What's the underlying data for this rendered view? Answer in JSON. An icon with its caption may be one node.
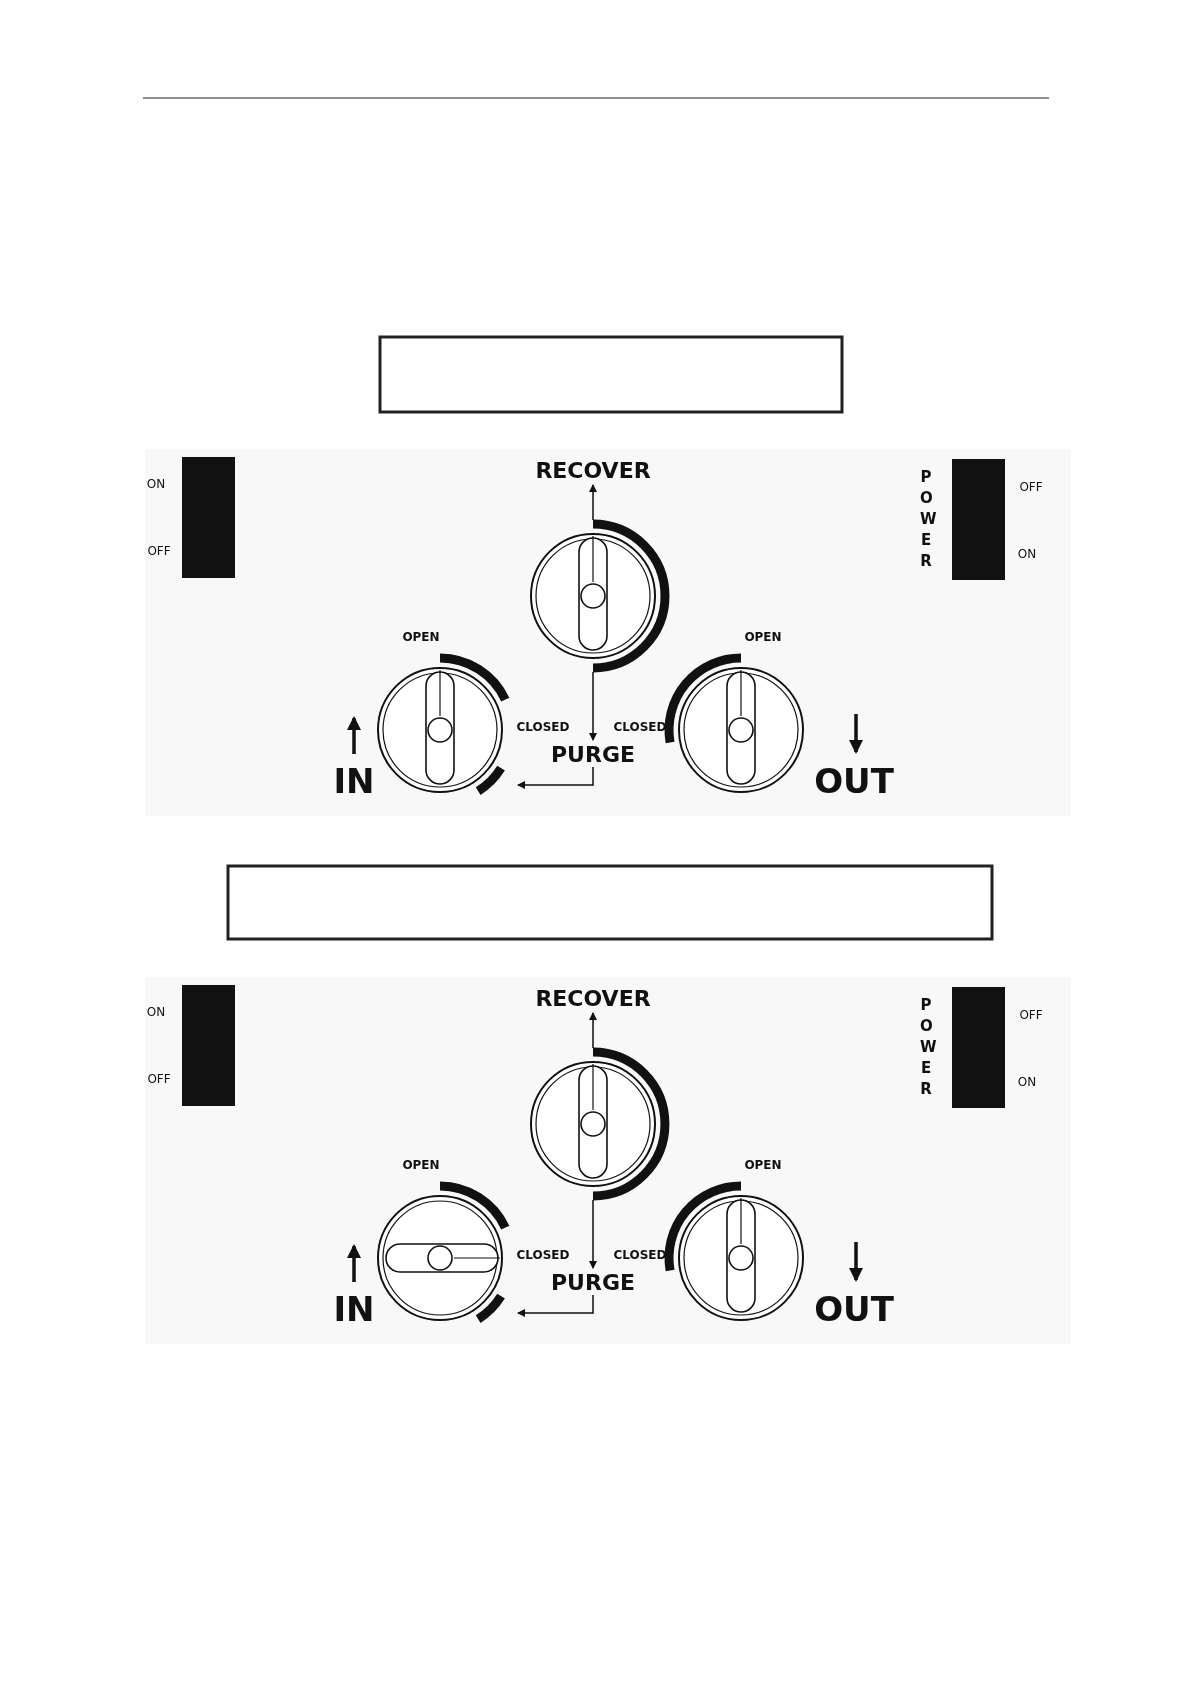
{
  "diagram": {
    "labels": [
      "ON",
      "RECOVER",
      "OFF",
      "POWER",
      "OFF",
      "ON",
      "OPEN",
      "OPEN",
      "CLOSED",
      "CLOSED",
      "PURGE",
      "IN",
      "OUT",
      "ON",
      "RECOVER",
      "OFF",
      "POWER",
      "OFF",
      "ON",
      "OPEN",
      "OPEN",
      "CLOSED",
      "CLOSED",
      "PURGE",
      "IN",
      "OUT"
    ]
  }
}
